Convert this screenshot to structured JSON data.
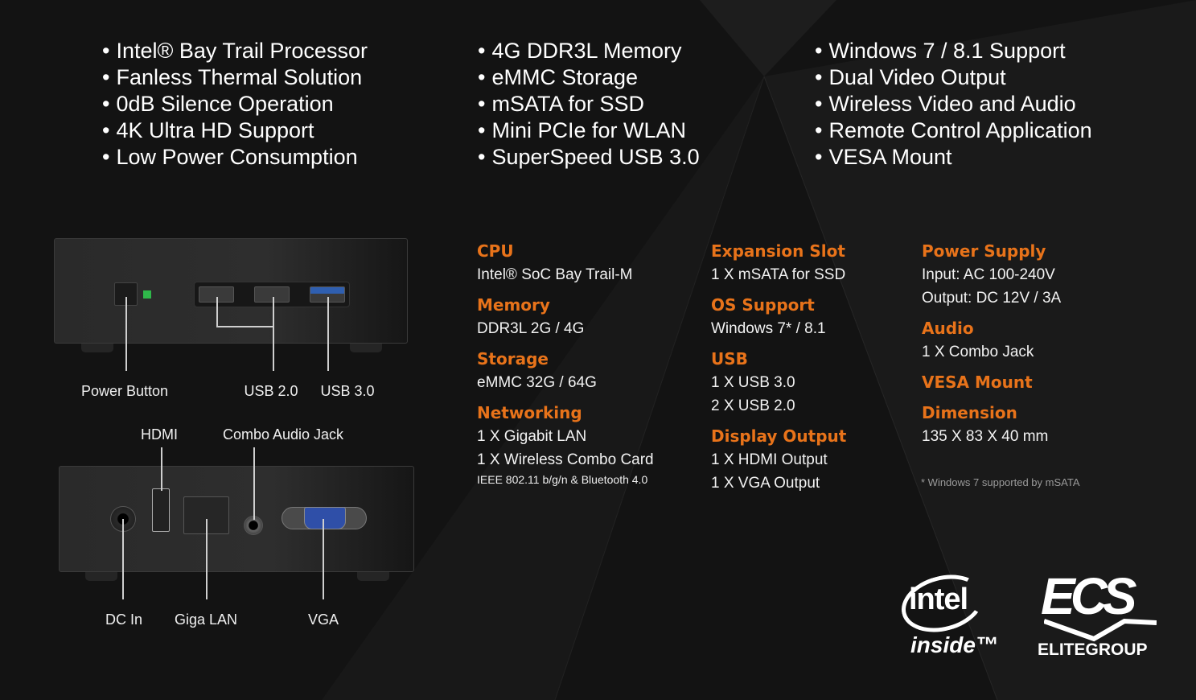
{
  "features": [
    [
      "Intel® Bay Trail Processor",
      "Fanless Thermal Solution",
      "0dB Silence Operation",
      "4K Ultra HD Support",
      "Low Power Consumption"
    ],
    [
      "4G DDR3L Memory",
      "eMMC Storage",
      "mSATA for SSD",
      "Mini PCIe for WLAN",
      "SuperSpeed USB 3.0"
    ],
    [
      "Windows 7 / 8.1 Support",
      "Dual Video Output",
      "Wireless Video and Audio",
      "Remote Control Application",
      "VESA Mount"
    ]
  ],
  "specs": {
    "cpu": {
      "h": "CPU",
      "v": [
        "Intel® SoC Bay Trail-M"
      ]
    },
    "memory": {
      "h": "Memory",
      "v": [
        "DDR3L 2G / 4G"
      ]
    },
    "storage": {
      "h": "Storage",
      "v": [
        "eMMC 32G / 64G"
      ]
    },
    "networking": {
      "h": "Networking",
      "v": [
        "1 X Gigabit LAN",
        "1 X Wireless Combo Card"
      ],
      "small": "IEEE 802.11 b/g/n & Bluetooth 4.0"
    },
    "expansion": {
      "h": "Expansion Slot",
      "v": [
        "1 X mSATA for SSD"
      ]
    },
    "os": {
      "h": "OS Support",
      "v": [
        "Windows 7* / 8.1"
      ]
    },
    "usb": {
      "h": "USB",
      "v": [
        "1 X USB 3.0",
        "2 X USB 2.0"
      ]
    },
    "display": {
      "h": "Display Output",
      "v": [
        "1 X HDMI Output",
        "1 X VGA Output"
      ]
    },
    "power": {
      "h": "Power Supply",
      "v": [
        "Input: AC 100-240V",
        "Output: DC 12V / 3A"
      ]
    },
    "audio": {
      "h": "Audio",
      "v": [
        "1 X Combo Jack"
      ]
    },
    "vesa": {
      "h": "VESA Mount"
    },
    "dimension": {
      "h": "Dimension",
      "v": [
        "135 X 83 X 40 mm"
      ]
    }
  },
  "note": "* Windows 7 supported by mSATA",
  "labels": {
    "power_button": "Power Button",
    "usb2": "USB 2.0",
    "usb3": "USB 3.0",
    "hdmi": "HDMI",
    "audio": "Combo Audio Jack",
    "dcin": "DC In",
    "lan": "Giga LAN",
    "vga": "VGA"
  },
  "logos": {
    "intel": "intel",
    "intel_sub": "inside™",
    "ecs": "ECS",
    "ecs_sub": "ELITEGROUP"
  },
  "colors": {
    "accent": "#e8731a",
    "usb3": "#2f5fb0",
    "led": "#2fb84a"
  }
}
